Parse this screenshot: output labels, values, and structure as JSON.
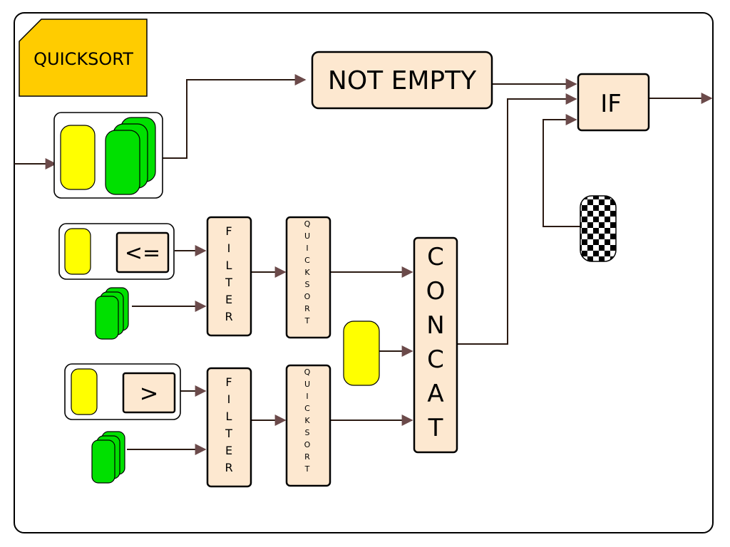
{
  "diagram": {
    "title": "QUICKSORT",
    "not_empty_label": "NOT EMPTY",
    "if_label": "IF",
    "concat_label": "CONCAT",
    "filter_label": "FILTER",
    "quicksort_label": "QUICKSORT",
    "lte_label": "<=",
    "gt_label": ">"
  },
  "colors": {
    "title_fill": "#ffcc00",
    "box_fill": "#fde8d0",
    "element_yellow": "#ffff00",
    "element_green": "#00e000",
    "arrow_head": "#6b4a4a",
    "wire": "#2b1a12"
  },
  "icons": [
    "list-icon",
    "element-icon",
    "empty-list-icon",
    "arrow-head-icon"
  ]
}
